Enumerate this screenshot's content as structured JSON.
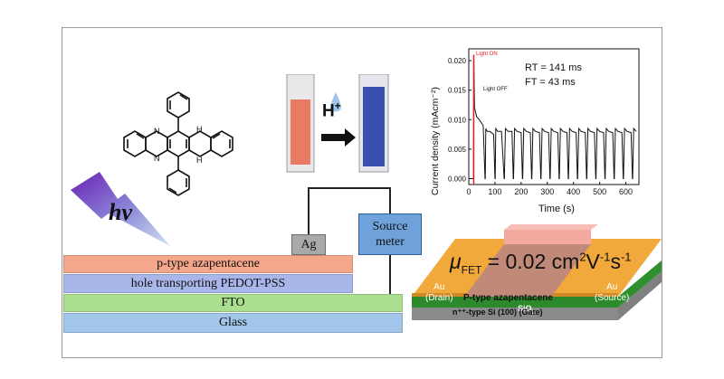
{
  "device": {
    "layers": [
      "p-type azapentacene",
      "hole transporting PEDOT-PSS",
      "FTO",
      "Glass"
    ],
    "electrode": "Ag",
    "source_meter": [
      "Source",
      "meter"
    ],
    "light_label": "hv"
  },
  "molecule": {
    "acid_label": "H",
    "acid_charge": "+"
  },
  "fet": {
    "mobility_symbol": "μ",
    "mobility_subscript": "FET",
    "mobility_value": "= 0.02 cm",
    "mobility_units_tail": "V",
    "drain_label": [
      "Au",
      "(Drain)"
    ],
    "source_label": [
      "Au",
      "(Source)"
    ],
    "channel_label": "P-type azapentacene",
    "dielectric_label": "SiO",
    "dielectric_sub": "2",
    "gate_label": "n⁺⁺-type Si (100) (Gate)"
  },
  "chart_data": {
    "type": "line",
    "title": "",
    "xlabel": "Time (s)",
    "ylabel": "Current density (mAcm⁻²)",
    "xlim": [
      0,
      650
    ],
    "ylim": [
      -0.001,
      0.022
    ],
    "x_ticks": [
      "0",
      "100",
      "200",
      "300",
      "400",
      "500",
      "600"
    ],
    "y_ticks": [
      "0.000",
      "0.005",
      "0.010",
      "0.015",
      "0.020"
    ],
    "annotations": {
      "light_on": "Light ON",
      "light_off": "Light OFF",
      "rt": "RT = 141 ms",
      "ft": "FT =  43 ms"
    },
    "series": [
      {
        "x": [
          0,
          18,
          19,
          22,
          30,
          40,
          55,
          62,
          63,
          65,
          70,
          80,
          95,
          100,
          101,
          103,
          110,
          125,
          135,
          136,
          140,
          150,
          165,
          170,
          171,
          175,
          185,
          200,
          205,
          206,
          210,
          220,
          235,
          240,
          241,
          245,
          255,
          270,
          275,
          276,
          280,
          290,
          305,
          310,
          311,
          315,
          325,
          340,
          345,
          346,
          350,
          360,
          375,
          380,
          381,
          385,
          395,
          410,
          415,
          416,
          420,
          430,
          445,
          450,
          451,
          455,
          465,
          480,
          485,
          486,
          490,
          500,
          515,
          520,
          521,
          525,
          535,
          550,
          555,
          556,
          560,
          570,
          585,
          590,
          591,
          595,
          605,
          620,
          625,
          626,
          630,
          640
        ],
        "y": [
          0.0,
          0.0,
          0.021,
          0.012,
          0.0105,
          0.01,
          0.009,
          0.0,
          0.0,
          0.0085,
          0.008,
          0.008,
          0.0075,
          0.0,
          0.0,
          0.0085,
          0.008,
          0.008,
          0.0,
          0.0,
          0.0085,
          0.008,
          0.008,
          0.0,
          0.0,
          0.0085,
          0.008,
          0.0078,
          0.0,
          0.0,
          0.0085,
          0.008,
          0.0078,
          0.0,
          0.0,
          0.0085,
          0.008,
          0.0078,
          0.0,
          0.0,
          0.0085,
          0.008,
          0.0078,
          0.0,
          0.0,
          0.0085,
          0.008,
          0.0078,
          0.0,
          0.0,
          0.0085,
          0.008,
          0.0078,
          0.0,
          0.0,
          0.0085,
          0.008,
          0.0078,
          0.0,
          0.0,
          0.0085,
          0.008,
          0.0078,
          0.0,
          0.0,
          0.0085,
          0.008,
          0.0078,
          0.0,
          0.0,
          0.0085,
          0.008,
          0.0078,
          0.0,
          0.0,
          0.0085,
          0.008,
          0.0078,
          0.0,
          0.0,
          0.0085,
          0.008,
          0.0078,
          0.0,
          0.0,
          0.0085,
          0.008,
          0.0078,
          0.0,
          0.0,
          0.0085,
          0.008
        ]
      }
    ],
    "grid": false,
    "line_color": "#111111",
    "marker_color": "#e02020"
  }
}
